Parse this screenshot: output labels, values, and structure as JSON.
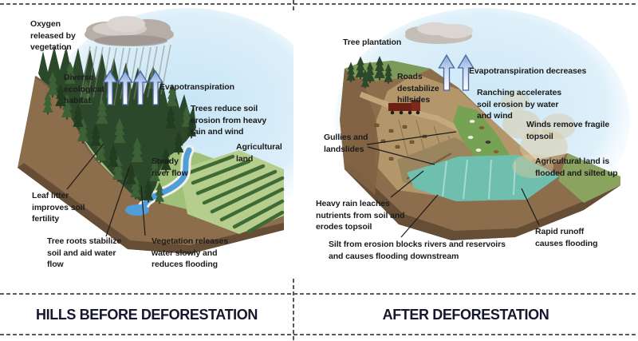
{
  "colors": {
    "sky": "#cfe8f6",
    "cloud": "#b7afa7",
    "cloud_light": "#dbd6d1",
    "rain": "#8f8981",
    "soil": "#8d6e4c",
    "soil_dark": "#654e35",
    "soil_light": "#b3976b",
    "forest": "#2c482a",
    "forest_light": "#3d6136",
    "forest_dark": "#223c20",
    "grass": "#9fc178",
    "field": "#b5cd8d",
    "crop": "#3e6a33",
    "river": "#4f9ed9",
    "flood": "#6fbfae",
    "arrow_stroke": "#47659f",
    "truck": "#6e2014",
    "dust": "#d9c8a0",
    "line": "#1c1c1c",
    "label_text": "#1c1c1c",
    "caption_text": "#16162c",
    "border": "#59595b"
  },
  "left_panel": {
    "caption": "HILLS BEFORE DEFORESTATION",
    "labels": {
      "oxygen": "Oxygen\nreleased by\nvegetation",
      "diverse": "Diverse\necological\nhabitat",
      "evapotranspiration": "Evapotranspiration",
      "trees_reduce": "Trees reduce soil\nerosion from heavy\nrain and wind",
      "agricultural_land": "Agricultural\nland",
      "steady_river": "Steady\nriver flow",
      "leaf_litter": "Leaf litter\nimproves soil\nfertility",
      "tree_roots": "Tree roots stabilize\nsoil and aid water\nflow",
      "vegetation_releases": "Vegetation releases\nwater slowly and\nreduces flooding"
    }
  },
  "right_panel": {
    "caption": "AFTER DEFORESTATION",
    "labels": {
      "tree_plantation": "Tree plantation",
      "roads": "Roads\ndestabilize\nhillsides",
      "evapo_decreases": "Evapotranspiration decreases",
      "ranching": "Ranching accelerates\nsoil erosion by water\nand wind",
      "winds": "Winds remove fragile\ntopsoil",
      "gullies": "Gullies and\nlandslides",
      "agri_flooded": "Agricultural land is\nflooded and silted up",
      "heavy_rain": "Heavy rain leaches\nnutrients from soil and\nerodes topsoil",
      "silt": "Silt from erosion blocks rivers and reservoirs\nand causes flooding downstream",
      "rapid_runoff": "Rapid runoff\ncauses flooding"
    }
  }
}
